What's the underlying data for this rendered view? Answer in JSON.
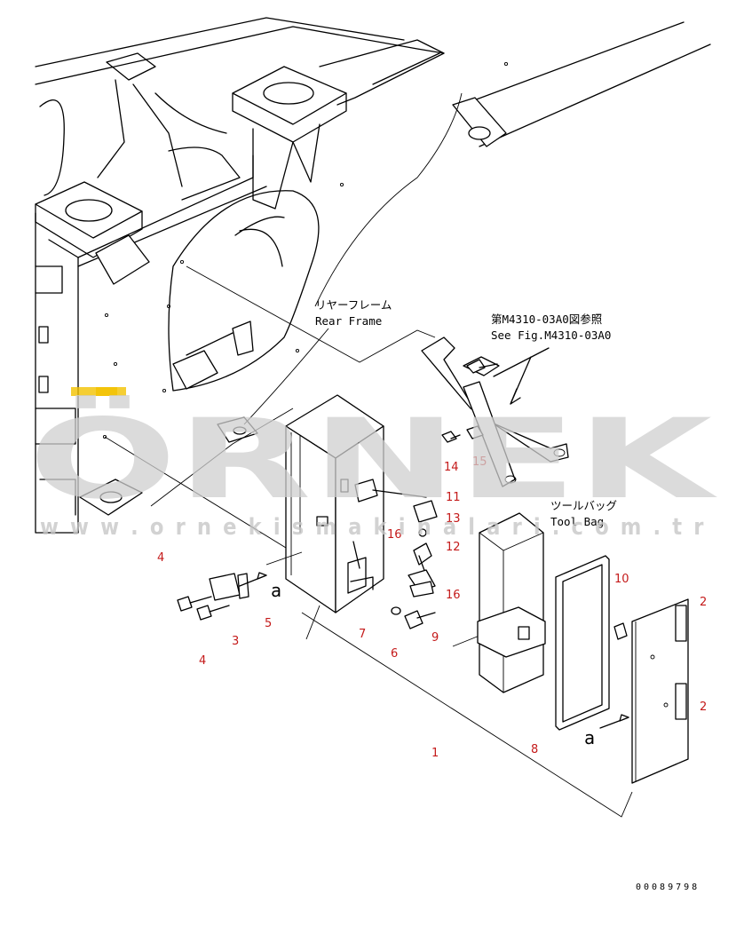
{
  "watermark": {
    "brand": "ÖRNEK",
    "url": "w w w . o r n e k i s m a k i n a l a r i . c o m . t r",
    "brand_color": "#cfcfcf",
    "accent_color": "#f2c200"
  },
  "labels": {
    "rear_frame_jp": "リヤーフレーム",
    "rear_frame_en": "Rear Frame",
    "see_fig_jp": "第M4310-03A0図参照",
    "see_fig_en": "See Fig.M4310-03A0",
    "tool_bag_jp": "ツールバッグ",
    "tool_bag_en": "Tool Bag",
    "view_a1": "a",
    "view_a2": "a"
  },
  "callouts": [
    "1",
    "2",
    "2",
    "3",
    "4",
    "4",
    "5",
    "6",
    "7",
    "8",
    "9",
    "10",
    "11",
    "12",
    "13",
    "14",
    "15",
    "16",
    "16"
  ],
  "callout_color": "#c41a1a",
  "drawing_code": "00089798"
}
